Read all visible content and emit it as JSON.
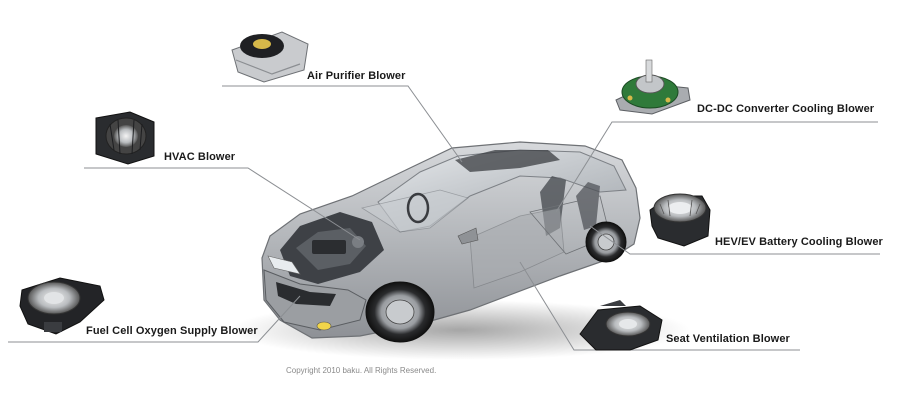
{
  "labels": {
    "air_purifier": "Air Purifier Blower",
    "hvac": "HVAC  Blower",
    "fuel_cell": "Fuel Cell Oxygen  Supply Blower",
    "dcdc": "DC-DC Converter Cooling Blower",
    "battery": "HEV/EV Battery Cooling Blower",
    "seat": "Seat Ventilation Blower"
  },
  "copyright": "Copyright 2010 baku. All Rights Reserved.",
  "icons": {
    "car": "car-cutaway-illustration",
    "air_purifier": "air-purifier-blower-icon",
    "hvac": "hvac-blower-icon",
    "fuel_cell": "fuel-cell-blower-icon",
    "dcdc": "dcdc-converter-blower-icon",
    "battery": "battery-cooling-blower-icon",
    "seat": "seat-ventilation-blower-icon"
  }
}
